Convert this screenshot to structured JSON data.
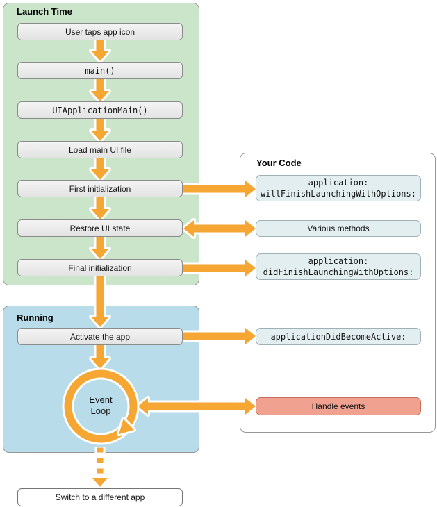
{
  "diagram": {
    "launch_time": {
      "title": "Launch Time",
      "nodes": [
        {
          "label": "User taps app icon"
        },
        {
          "label": "main()"
        },
        {
          "label": "UIApplicationMain()"
        },
        {
          "label": "Load main UI file"
        },
        {
          "label": "First initialization"
        },
        {
          "label": "Restore UI state"
        },
        {
          "label": "Final initialization"
        }
      ]
    },
    "running": {
      "title": "Running",
      "nodes": [
        {
          "label": "Activate the app"
        }
      ],
      "event_loop_label": "Event\nLoop"
    },
    "your_code": {
      "title": "Your Code",
      "nodes": [
        {
          "label": "application:\nwillFinishLaunchingWithOptions:"
        },
        {
          "label": "Various methods"
        },
        {
          "label": "application:\ndidFinishLaunchingWithOptions:"
        },
        {
          "label": "applicationDidBecomeActive:"
        },
        {
          "label": "Handle events"
        }
      ]
    },
    "switch_node": {
      "label": "Switch to a different app"
    },
    "connections": [
      {
        "from": "First initialization",
        "to": "application:willFinishLaunchingWithOptions:",
        "type": "single"
      },
      {
        "from": "Restore UI state",
        "to": "Various methods",
        "type": "double"
      },
      {
        "from": "Final initialization",
        "to": "application:didFinishLaunchingWithOptions:",
        "type": "single"
      },
      {
        "from": "Activate the app",
        "to": "applicationDidBecomeActive:",
        "type": "single"
      },
      {
        "from": "Event Loop",
        "to": "Handle events",
        "type": "double"
      },
      {
        "from": "Event Loop",
        "to": "Switch to a different app",
        "type": "dashed"
      }
    ],
    "colors": {
      "arrow_orange": "#f6a633",
      "launch_bg": "#cae5c9",
      "running_bg": "#b8dce9",
      "code_node_bg": "#e2eef0",
      "handle_events_bg": "#f0a18f",
      "step_bg": "#ececec"
    }
  }
}
